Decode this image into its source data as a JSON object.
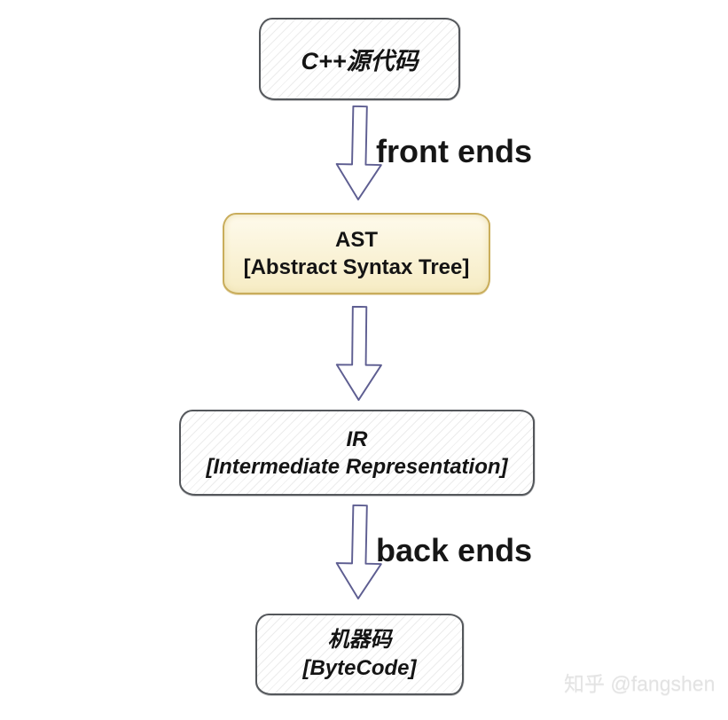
{
  "diagram": {
    "title": "C++ compilation pipeline flowchart",
    "nodes": [
      {
        "id": "cpp-source",
        "lines": [
          "C++源代码",
          ""
        ]
      },
      {
        "id": "ast",
        "lines": [
          "AST",
          "[Abstract Syntax Tree]"
        ]
      },
      {
        "id": "ir",
        "lines": [
          "IR",
          "[Intermediate Representation]"
        ]
      },
      {
        "id": "machine-code",
        "lines": [
          "机器码",
          "[ByteCode]"
        ]
      }
    ],
    "edges": [
      {
        "from": "cpp-source",
        "to": "ast",
        "label": "front ends"
      },
      {
        "from": "ast",
        "to": "ir",
        "label": ""
      },
      {
        "from": "ir",
        "to": "machine-code",
        "label": "back ends"
      }
    ]
  },
  "watermark": {
    "text": "知乎 @fangshen"
  },
  "colors": {
    "background": "#ffffff",
    "box_border": "#54575b",
    "box_fill": "#ffffff",
    "hatch_line": "#ececec",
    "ast_border": "#c9ad5c",
    "ast_fill_top": "#fefaec",
    "ast_fill_bottom": "#f6ecc4",
    "arrow_stroke": "#5e5e91",
    "label_text": "#161616",
    "watermark_text": "#e3e3e3"
  }
}
